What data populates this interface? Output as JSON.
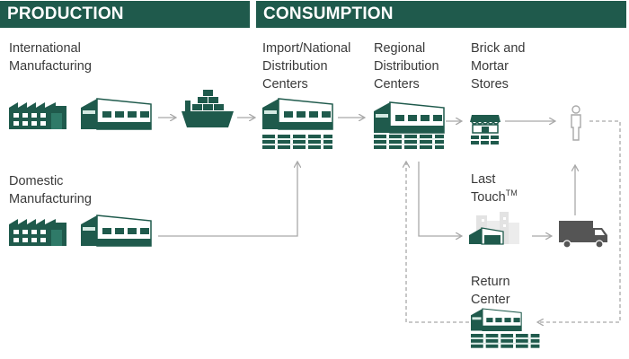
{
  "colors": {
    "banner": "#1f5a4c",
    "dark": "#1f5a4c",
    "light": "#d4e9e2",
    "arrow": "#a9a9a9",
    "text": "#3a3a3a"
  },
  "headers": {
    "production": "PRODUCTION",
    "consumption": "CONSUMPTION"
  },
  "nodes": {
    "international_manufacturing": "International\nManufacturing",
    "domestic_manufacturing": "Domestic\nManufacturing",
    "import_national_dc": "Import/National\nDistribution\nCenters",
    "regional_dc": "Regional\nDistribution\nCenters",
    "brick_and_mortar": "Brick and\nMortar\nStores",
    "last_touch": "Last\nTouch",
    "last_touch_mark": "TM",
    "return_center": "Return\nCenter"
  },
  "icons": [
    "factory-icon",
    "warehouse-icon",
    "cargo-ship-icon",
    "pallet-racks-icon",
    "storefront-icon",
    "city-warehouse-icon",
    "person-icon",
    "delivery-truck-icon"
  ]
}
